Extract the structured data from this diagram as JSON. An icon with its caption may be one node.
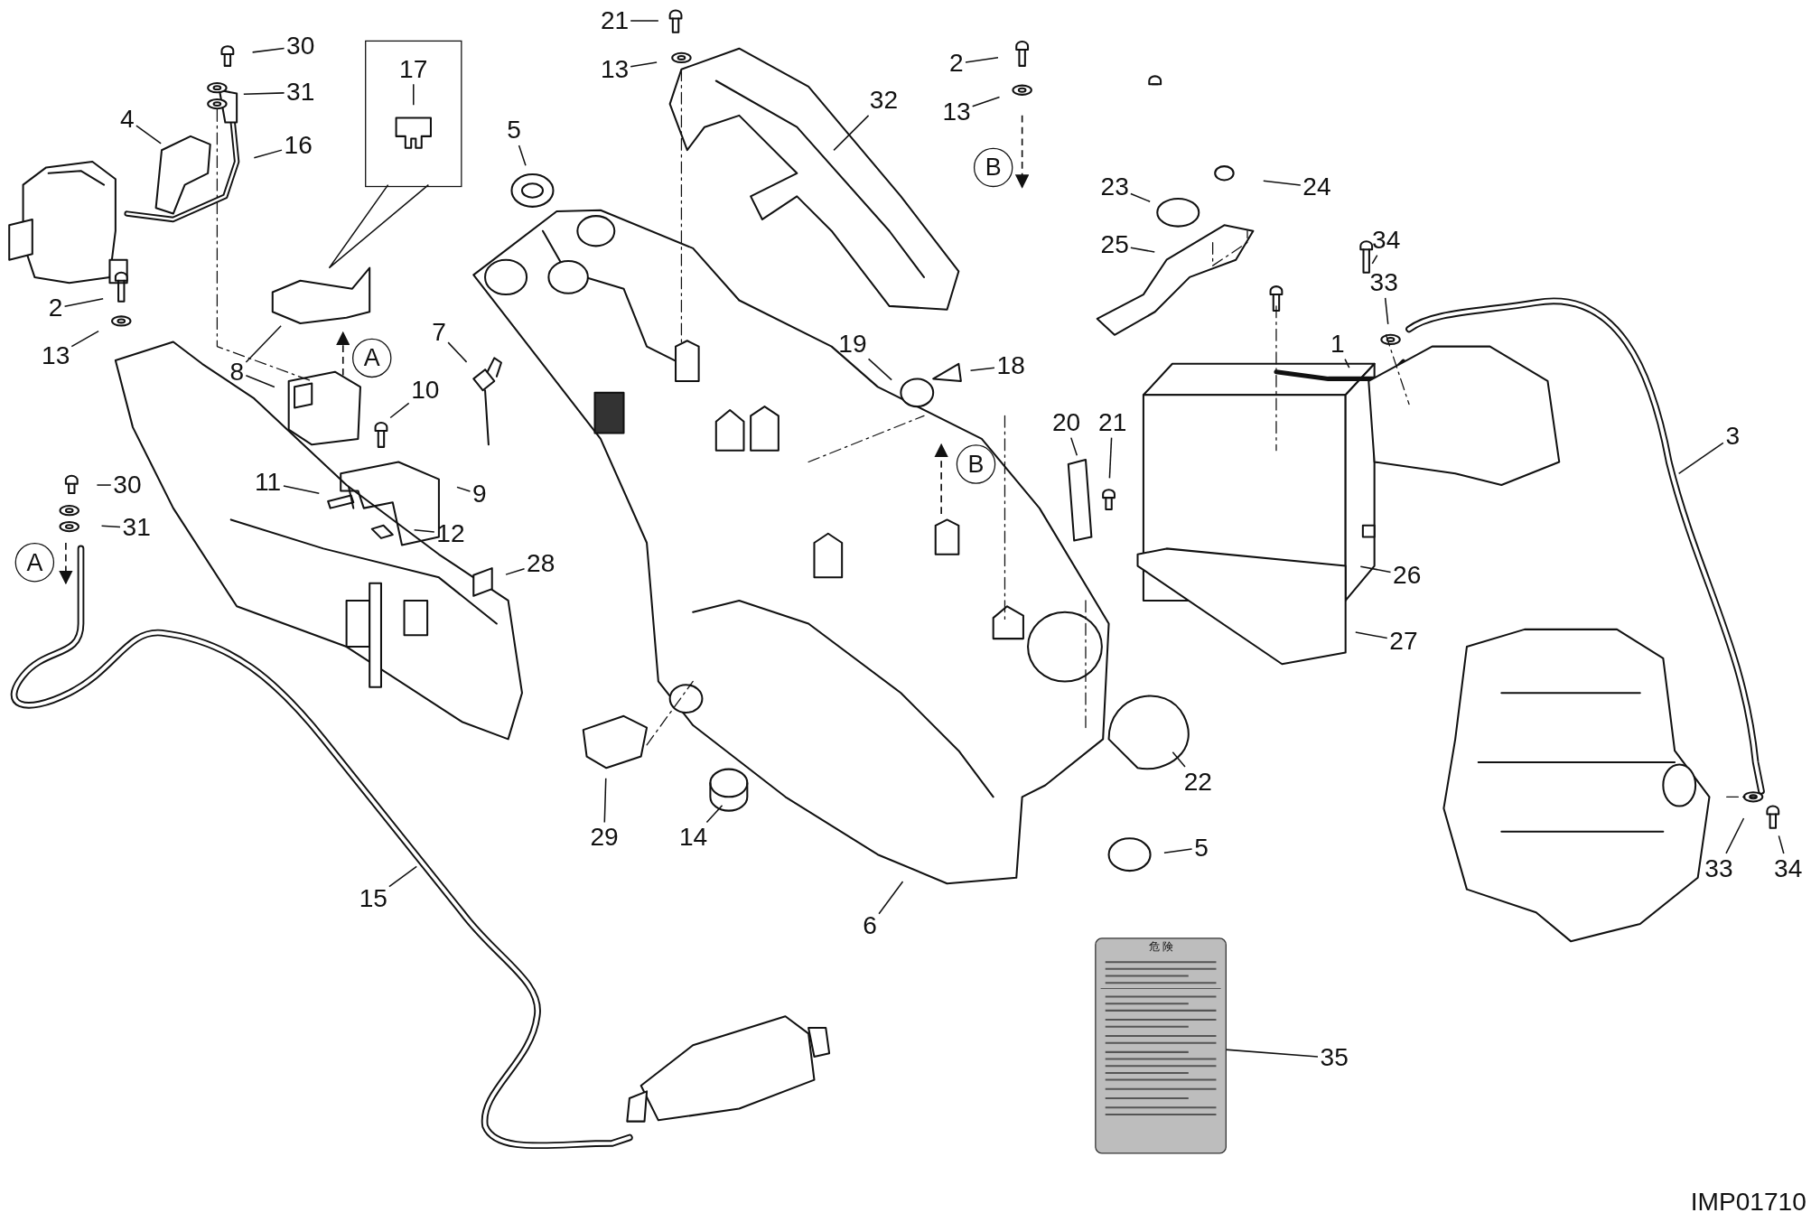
{
  "diagram": {
    "nodes": [
      {
        "text": [
          "30"
        ]
      },
      {
        "text": [
          "31"
        ]
      },
      {
        "text": [
          "4"
        ]
      },
      {
        "text": [
          "16"
        ]
      },
      {
        "text": [],
        "shape": "box"
      },
      {
        "text": [
          "5"
        ]
      },
      {
        "text": [
          "21"
        ]
      },
      {
        "text": [
          "13"
        ]
      },
      {
        "text": [
          "32"
        ]
      },
      {
        "text": [
          "2"
        ]
      },
      {
        "text": [
          "13"
        ]
      },
      {
        "text": [
          "B"
        ]
      },
      {
        "text": [
          "23"
        ]
      },
      {
        "text": [
          "24"
        ]
      },
      {
        "text": [
          "25"
        ]
      },
      {
        "text": [
          "34"
        ]
      },
      {
        "text": [
          "33"
        ]
      },
      {
        "text": [
          "1"
        ]
      },
      {
        "text": [
          "3"
        ]
      },
      {
        "text": [
          "2"
        ]
      },
      {
        "text": [
          "13"
        ]
      },
      {
        "text": [
          "A"
        ]
      },
      {
        "text": [
          "8"
        ]
      },
      {
        "text": [
          "10"
        ]
      },
      {
        "text": [
          "7"
        ]
      },
      {
        "text": [
          "19"
        ]
      },
      {
        "text": [
          "18"
        ]
      },
      {
        "text": [
          "20"
        ]
      },
      {
        "text": [
          "21"
        ]
      },
      {
        "text": [
          "11"
        ]
      },
      {
        "text": [
          "9"
        ]
      },
      {
        "text": [
          "30"
        ]
      },
      {
        "text": [
          "31"
        ]
      },
      {
        "text": [
          "A"
        ]
      },
      {
        "text": [
          "12"
        ]
      },
      {
        "text": [
          "28"
        ]
      },
      {
        "text": [
          "B"
        ]
      },
      {
        "text": [
          "26"
        ]
      },
      {
        "text": [
          "27"
        ]
      },
      {
        "text": [
          "22"
        ]
      },
      {
        "text": [
          "29"
        ]
      },
      {
        "text": [
          "14"
        ]
      },
      {
        "text": [
          "5"
        ]
      },
      {
        "text": [
          "33"
        ]
      },
      {
        "text": [
          "34"
        ]
      },
      {
        "text": [
          "15"
        ]
      },
      {
        "text": [
          "6"
        ]
      },
      {
        "text": [
          "35"
        ]
      },
      {
        "text": [
          "危 険"
        ]
      },
      {
        "text": [
          "17"
        ],
        "in": 4
      }
    ],
    "edges": [
      {
        "from": 0,
        "to": null,
        "arrow": "none"
      },
      {
        "from": 1,
        "to": null,
        "arrow": "none"
      },
      {
        "from": 2,
        "to": null,
        "arrow": "none"
      },
      {
        "from": 3,
        "to": null,
        "arrow": "none"
      },
      {
        "from": 49,
        "to": null,
        "arrow": "none"
      },
      {
        "from": 4,
        "to": null,
        "arrow": "none"
      },
      {
        "from": 5,
        "to": null,
        "arrow": "none"
      },
      {
        "from": 6,
        "to": null,
        "arrow": "none"
      },
      {
        "from": 7,
        "to": null,
        "arrow": "none"
      },
      {
        "from": 8,
        "to": null,
        "arrow": "none"
      },
      {
        "from": 9,
        "to": null,
        "arrow": "none"
      },
      {
        "from": 10,
        "to": null,
        "arrow": "none"
      },
      {
        "from": 12,
        "to": null,
        "arrow": "none"
      },
      {
        "from": 13,
        "to": null,
        "arrow": "none"
      },
      {
        "from": 14,
        "to": null,
        "arrow": "none"
      },
      {
        "from": 15,
        "to": null,
        "arrow": "none"
      },
      {
        "from": 16,
        "to": null,
        "arrow": "none"
      },
      {
        "from": 17,
        "to": null,
        "arrow": "none"
      },
      {
        "from": 18,
        "to": null,
        "arrow": "none"
      },
      {
        "from": 19,
        "to": null,
        "arrow": "none"
      },
      {
        "from": 20,
        "to": null,
        "arrow": "none"
      },
      {
        "from": 22,
        "to": null,
        "arrow": "none"
      },
      {
        "from": 22,
        "to": null,
        "arrow": "none"
      },
      {
        "from": 23,
        "to": null,
        "arrow": "none"
      },
      {
        "from": 24,
        "to": null,
        "arrow": "none"
      },
      {
        "from": 25,
        "to": null,
        "arrow": "none"
      },
      {
        "from": 26,
        "to": null,
        "arrow": "none"
      },
      {
        "from": 27,
        "to": null,
        "arrow": "none"
      },
      {
        "from": 28,
        "to": null,
        "arrow": "none"
      },
      {
        "from": 29,
        "to": null,
        "arrow": "none"
      },
      {
        "from": 30,
        "to": null,
        "arrow": "none"
      },
      {
        "from": 31,
        "to": null,
        "arrow": "none"
      },
      {
        "from": 32,
        "to": null,
        "arrow": "none"
      },
      {
        "from": 34,
        "to": null,
        "arrow": "none"
      },
      {
        "from": 35,
        "to": null,
        "arrow": "none"
      },
      {
        "from": 37,
        "to": null,
        "arrow": "none"
      },
      {
        "from": 38,
        "to": null,
        "arrow": "none"
      },
      {
        "from": 39,
        "to": null,
        "arrow": "none"
      },
      {
        "from": 40,
        "to": null,
        "arrow": "none"
      },
      {
        "from": 41,
        "to": null,
        "arrow": "none"
      },
      {
        "from": 42,
        "to": null,
        "arrow": "none"
      },
      {
        "from": 43,
        "to": null,
        "arrow": "none"
      },
      {
        "from": 44,
        "to": null,
        "arrow": "none"
      },
      {
        "from": 45,
        "to": null,
        "arrow": "none"
      },
      {
        "from": 46,
        "to": null,
        "arrow": "none"
      },
      {
        "from": 47,
        "to": 48,
        "arrow": "none"
      }
    ],
    "labels": [
      "IMP01710"
    ]
  }
}
